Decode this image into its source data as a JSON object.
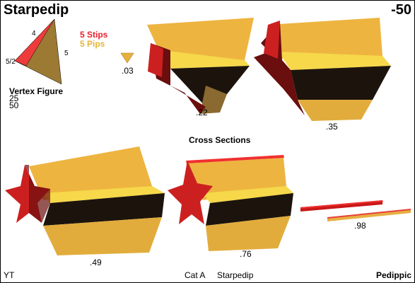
{
  "header": {
    "title": "Starpedip",
    "number": "-50"
  },
  "legend": {
    "stips": "5 Stips",
    "pips": "5 Pips",
    "stips_color": "#e8202a",
    "pips_color": "#e6b43a"
  },
  "vertex_figure": {
    "title": "Vertex Figure",
    "edge_labels": [
      "4",
      "5/2",
      "5"
    ],
    "values": [
      "25",
      "50"
    ]
  },
  "cross_sections": {
    "title": "Cross Sections",
    "labels": [
      ".03",
      ".22",
      ".35",
      ".49",
      ".76",
      ".98"
    ]
  },
  "footer": {
    "left": "YT",
    "category": "Cat A",
    "name": "Starpedip",
    "right": "Pedippic"
  },
  "colors": {
    "top": "#eeb440",
    "front": "#1c140c",
    "red": "#cc2020",
    "dark_red": "#6a0e0e",
    "highlight": "#f5e040",
    "tan": "#9c7a34"
  }
}
